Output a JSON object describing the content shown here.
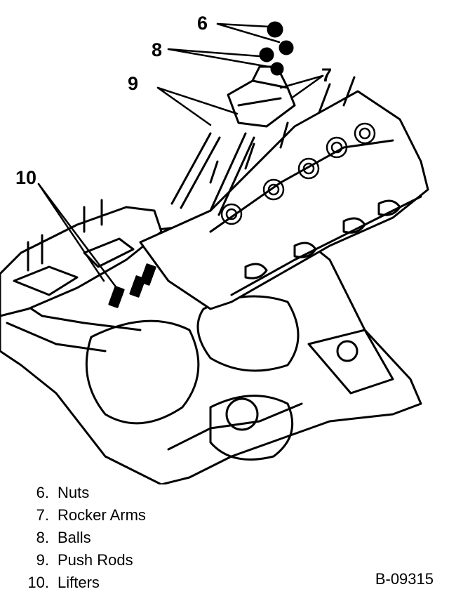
{
  "callouts": {
    "c6": "6",
    "c7": "7",
    "c8": "8",
    "c9": "9",
    "c10": "10"
  },
  "legend": [
    {
      "num": "6.",
      "label": "Nuts"
    },
    {
      "num": "7.",
      "label": "Rocker Arms"
    },
    {
      "num": "8.",
      "label": "Balls"
    },
    {
      "num": "9.",
      "label": "Push Rods"
    },
    {
      "num": "10.",
      "label": "Lifters"
    }
  ],
  "figure_code": "B-09315",
  "colors": {
    "ink": "#000000",
    "paper": "#ffffff"
  }
}
